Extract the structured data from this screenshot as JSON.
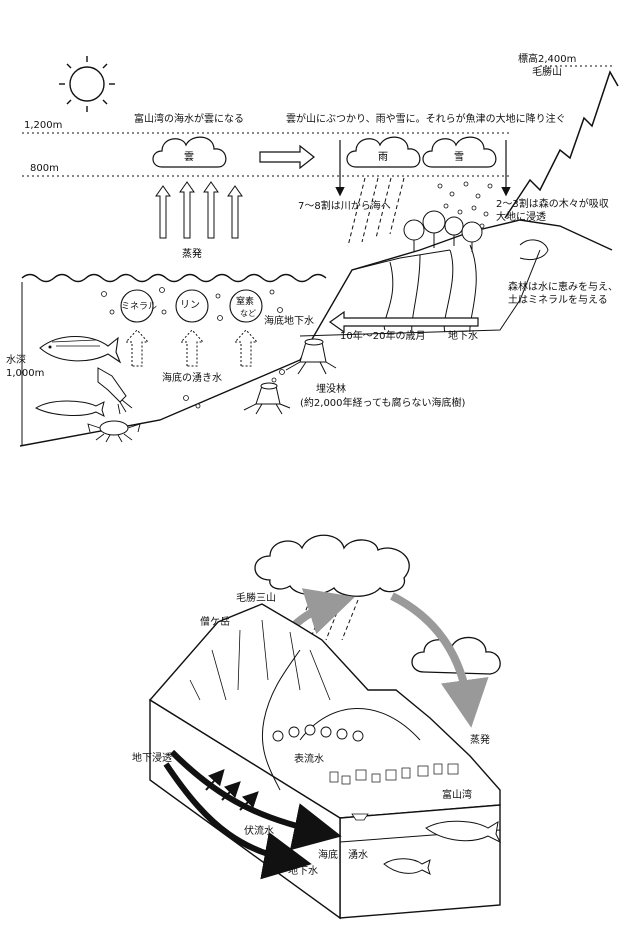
{
  "top": {
    "altitude_peak": "標高2,400m",
    "mountain_name": "毛勝山",
    "altitude_1200": "1,200m",
    "altitude_800": "800m",
    "caption_evaporation_to_cloud": "富山湾の海水が雲になる",
    "caption_rain_snow": "雲が山にぶつかり、雨や雪に。それらが魚津の大地に降り注ぐ",
    "cloud_label": "雲",
    "rain_label": "雨",
    "snow_label": "雪",
    "evaporation_label": "蒸発",
    "river_ratio": "7〜8割は川から海へ",
    "forest_absorb_1": "2〜3割は森の木々が吸収",
    "forest_absorb_2": "大地に浸透",
    "forest_blessing_1": "森林は水に恵みを与え、",
    "forest_blessing_2": "土はミネラルを与える",
    "mineral": "ミネラル",
    "phosphorus": "リン",
    "nitrogen": "窒素",
    "nitrogen_etc": "など",
    "submarine_groundwater": "海底地下水",
    "years": "10年〜20年の歳月",
    "groundwater": "地下水",
    "water_depth_1": "水深",
    "water_depth_2": "1,000m",
    "seabed_spring": "海底の湧き水",
    "buried_forest_1": "埋没林",
    "buried_forest_2": "(約2,000年経っても腐らない海底樹)"
  },
  "bottom": {
    "mountain_kekachi": "毛勝三山",
    "mountain_sougatake": "僧ケ岳",
    "surface_water": "表流水",
    "evaporation": "蒸発",
    "toyama_bay": "富山湾",
    "ground_infiltration": "地下浸透",
    "subsurface_flow": "伏流水",
    "seabed": "海底",
    "spring_water": "湧水",
    "groundwater": "地下水"
  }
}
